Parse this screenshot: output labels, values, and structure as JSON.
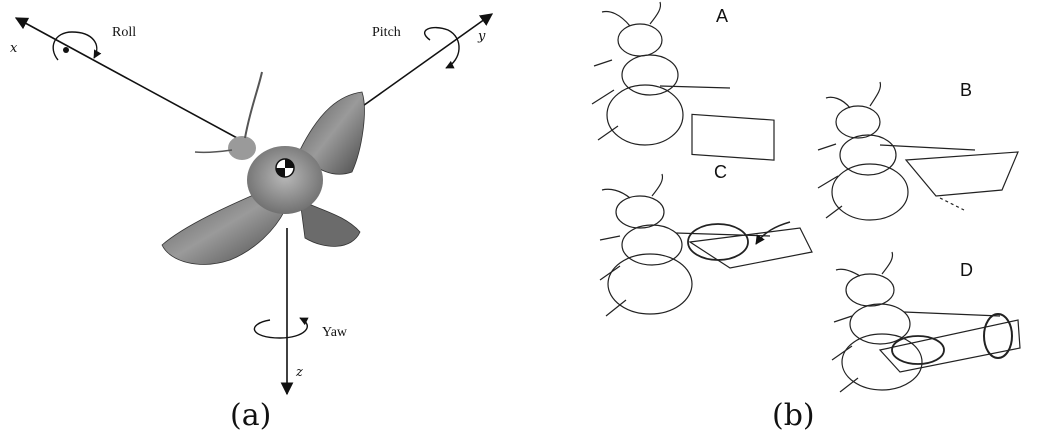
{
  "figure_a": {
    "caption": "(a)",
    "axes": {
      "x": "x",
      "y": "y",
      "z": "z"
    },
    "rotations": {
      "roll": "Roll",
      "pitch": "Pitch",
      "yaw": "Yaw"
    }
  },
  "figure_b": {
    "caption": "(b)",
    "panels": [
      "A",
      "B",
      "C",
      "D"
    ]
  }
}
